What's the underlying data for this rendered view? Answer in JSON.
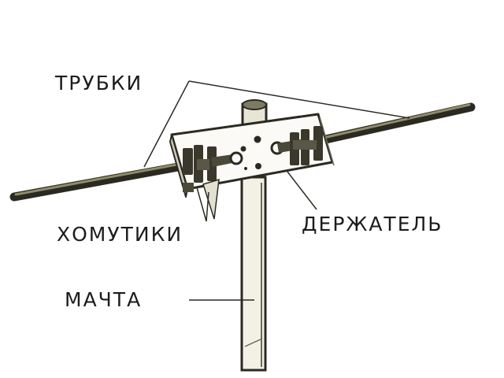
{
  "labels": {
    "tubes": "ТРУБКИ",
    "clamps": "ХОМУТИКИ",
    "holder": "ДЕРЖАТЕЛЬ",
    "mast": "МАЧТА"
  },
  "colors": {
    "ink": "#1c1c1c",
    "tube": "#4b4a3a",
    "tube_highlight": "#8f8c6c",
    "mast_fill": "#f3f1e6",
    "mast_outline": "#2b2a22",
    "holder_fill": "#fbfaf6",
    "clamp": "#3a382c"
  }
}
